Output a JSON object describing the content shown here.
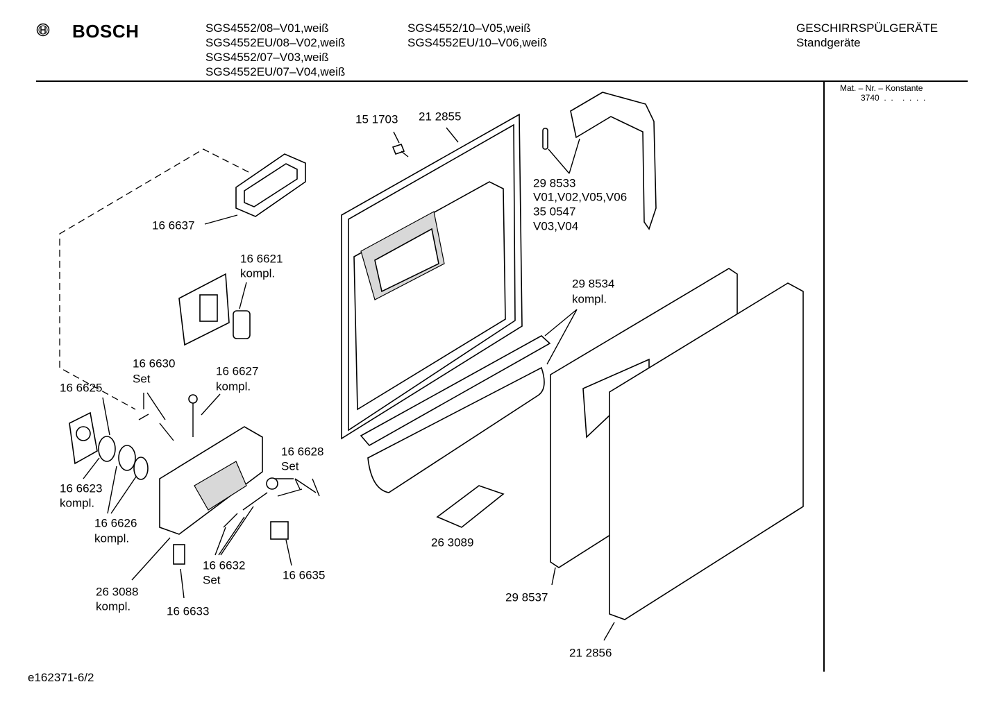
{
  "header": {
    "brand": "BOSCH",
    "models_col1": [
      "SGS4552/08–V01,weiß",
      "SGS4552EU/08–V02,weiß",
      "SGS4552/07–V03,weiß",
      "SGS4552EU/07–V04,weiß"
    ],
    "models_col2": [
      "SGS4552/10–V05,weiß",
      "SGS4552EU/10–V06,weiß"
    ],
    "category": "GESCHIRRSPÜLGERÄTE",
    "subcategory": "Standgeräte"
  },
  "mat_nr": {
    "label": "Mat. – Nr. – Konstante",
    "value": "3740  .  .    .  .  .  ."
  },
  "labels": {
    "l151703": "15 1703",
    "l212855": "21 2855",
    "l298533": "29 8533",
    "v_a": "V01,V02,V05,V06",
    "l350547": "35 0547",
    "v_b": "V03,V04",
    "l166637": "16 6637",
    "l166621": "16 6621",
    "k1": "kompl.",
    "l298534": "29 8534",
    "k2": "kompl.",
    "l166630": "16 6630",
    "s1": "Set",
    "l166627": "16 6627",
    "k3": "kompl.",
    "l166625": "16 6625",
    "l166628": "16 6628",
    "s2": "Set",
    "l166623": "16 6623",
    "k4": "kompl.",
    "l166626": "16 6626",
    "k5": "kompl.",
    "l263089": "26 3089",
    "l166632": "16 6632",
    "s3": "Set",
    "l166635": "16 6635",
    "l263088": "26 3088",
    "k6": "kompl.",
    "l298537": "29 8537",
    "l166633": "16 6633",
    "l212856": "21 2856"
  },
  "footer": {
    "drawing_id": "e162371-6/2"
  }
}
